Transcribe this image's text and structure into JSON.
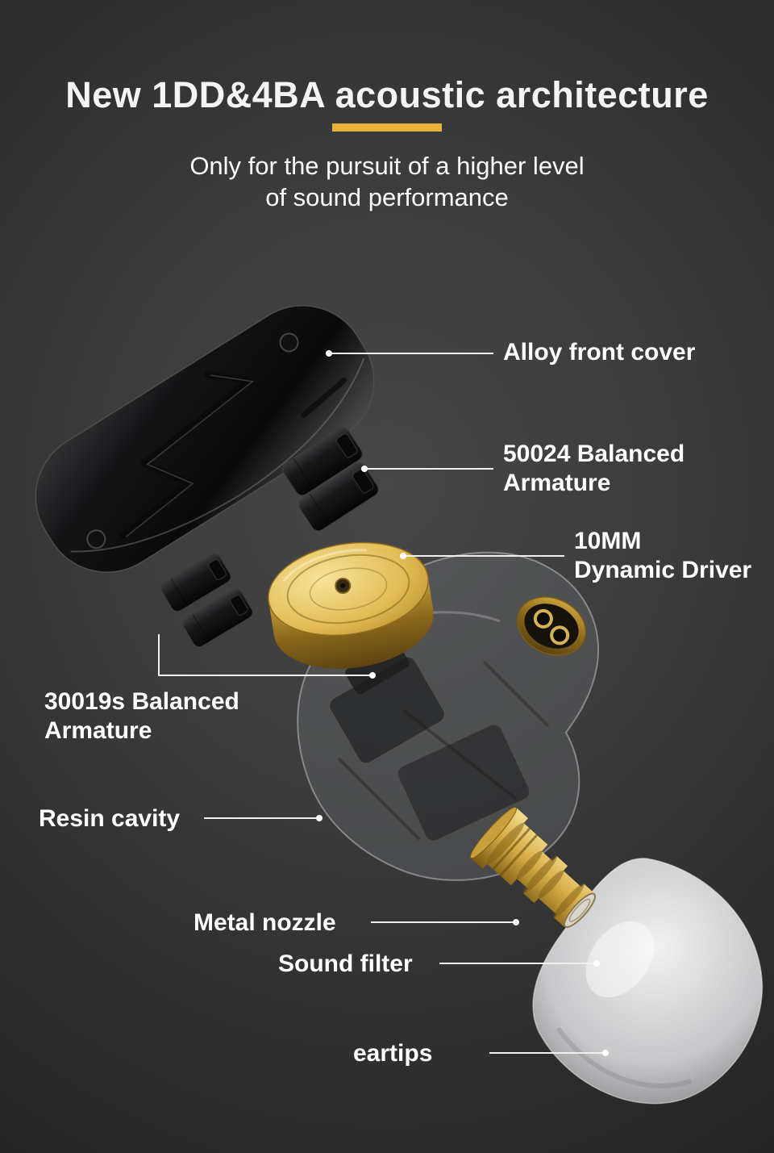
{
  "header": {
    "title": "New 1DD&4BA acoustic architecture",
    "subtitle_line1": "Only for the pursuit of a higher level",
    "subtitle_line2": "of sound performance"
  },
  "callouts": {
    "alloy_front_cover": "Alloy front cover",
    "ba_50024_line1": "50024 Balanced",
    "ba_50024_line2": "Armature",
    "dynamic_driver_line1": "10MM",
    "dynamic_driver_line2": "Dynamic Driver",
    "ba_30019s_line1": "30019s Balanced",
    "ba_30019s_line2": "Armature",
    "resin_cavity": "Resin cavity",
    "metal_nozzle": "Metal nozzle",
    "sound_filter": "Sound filter",
    "eartips": "eartips"
  },
  "colors": {
    "accent": "#E8B33A",
    "text": "#FFFFFF",
    "callout_line": "#F0F0F0",
    "gold": "#D8AC45",
    "background_center": "#454545",
    "background_edge": "#181818"
  }
}
